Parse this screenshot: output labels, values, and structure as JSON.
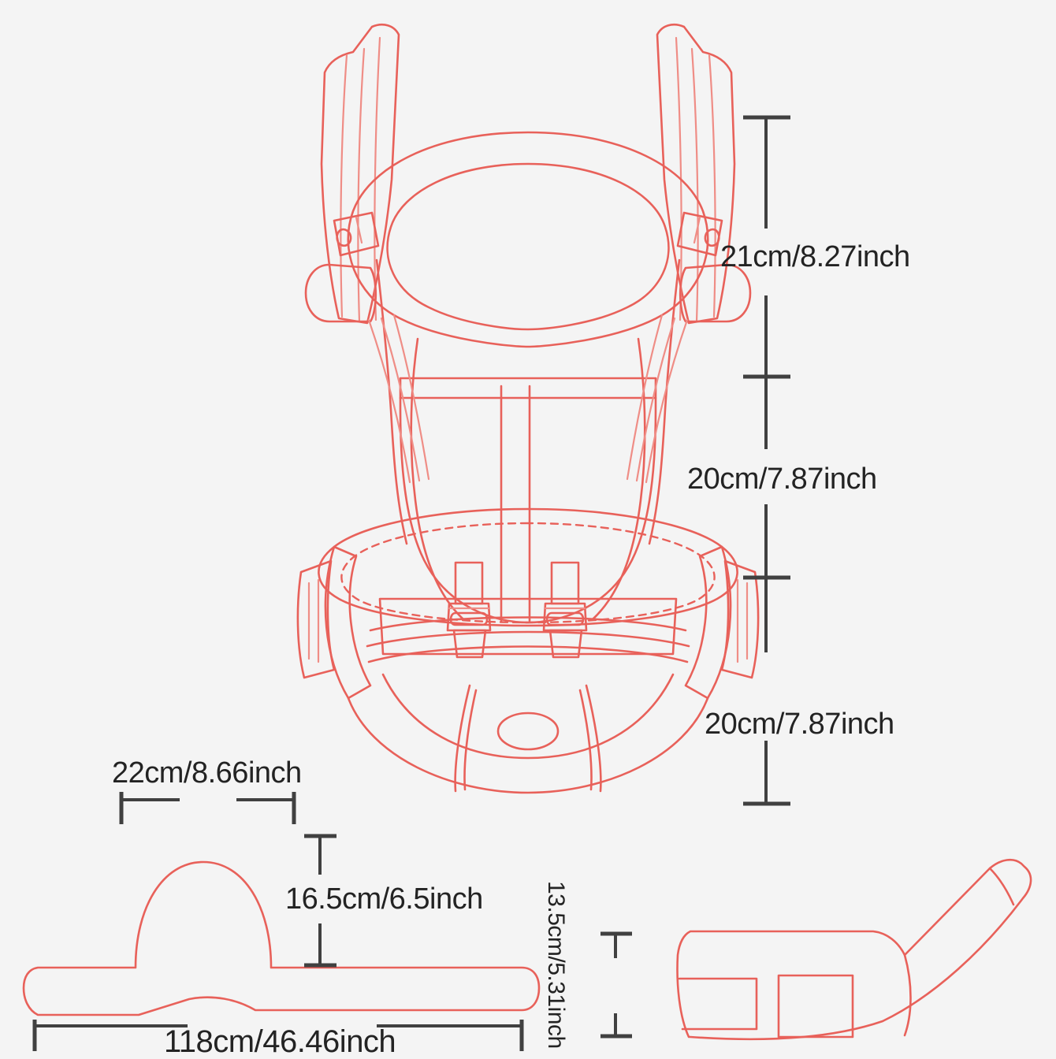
{
  "diagram": {
    "title": "Baby carrier with hip seat — dimension diagram",
    "background_color": "#f4f4f4",
    "line_color": "#e8615a",
    "dimension_color": "#404040",
    "text_color": "#232323"
  },
  "dimensions": {
    "torso_head_support": "21cm/8.27inch",
    "torso_body_panel": "20cm/7.87inch",
    "hip_seat_height": "20cm/7.87inch",
    "seat_pad_width": "22cm/8.66inch",
    "seat_pad_height": "16.5cm/6.5inch",
    "waist_belt_length": "118cm/46.46inch",
    "hip_seat_depth": "13.5cm/5.31inch"
  },
  "views": {
    "front": "front-view-carrier",
    "flat": "flat-waist-belt-view",
    "side": "hip-seat-side-view"
  }
}
